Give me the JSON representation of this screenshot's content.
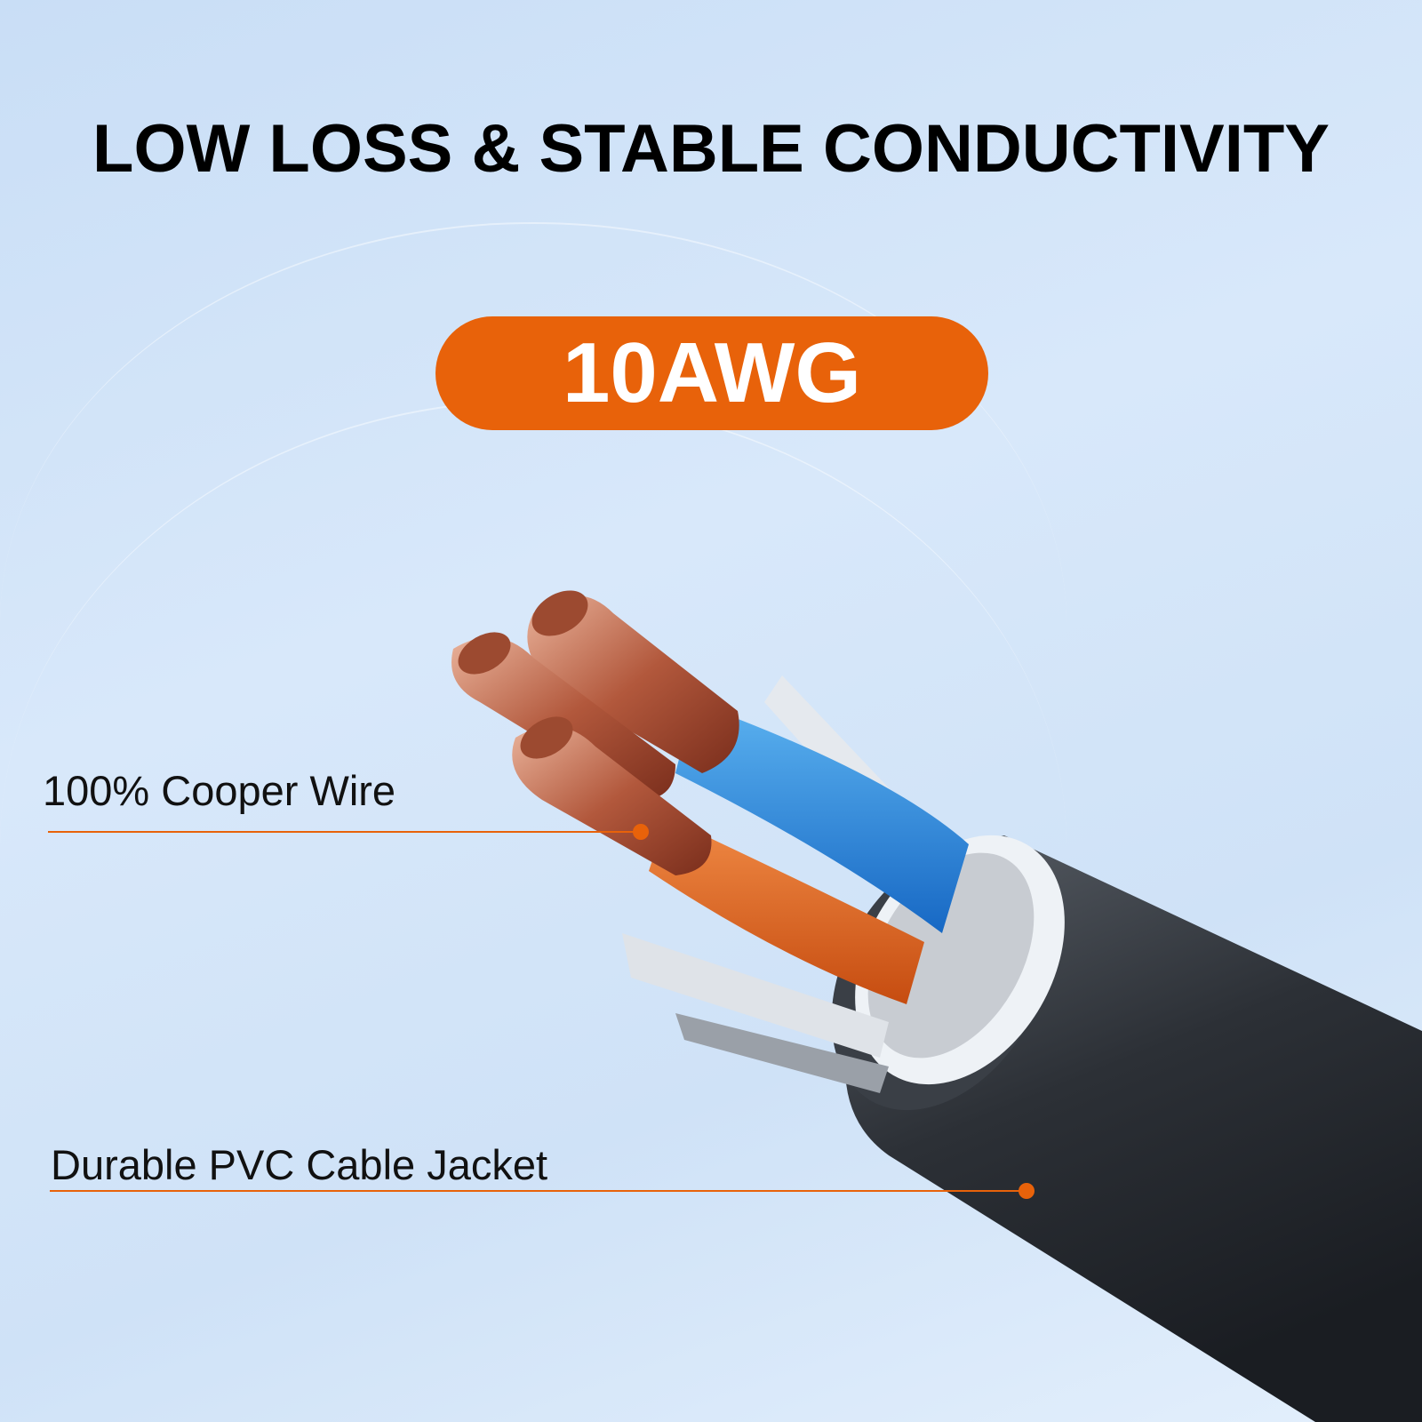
{
  "headline": "LOW LOSS & STABLE CONDUCTIVITY",
  "badge": {
    "label": "10AWG",
    "color": "#e8620a"
  },
  "callouts": [
    {
      "label": "100% Cooper Wire"
    },
    {
      "label": "Durable PVC Cable Jacket"
    }
  ],
  "accent_color": "#e8620a"
}
